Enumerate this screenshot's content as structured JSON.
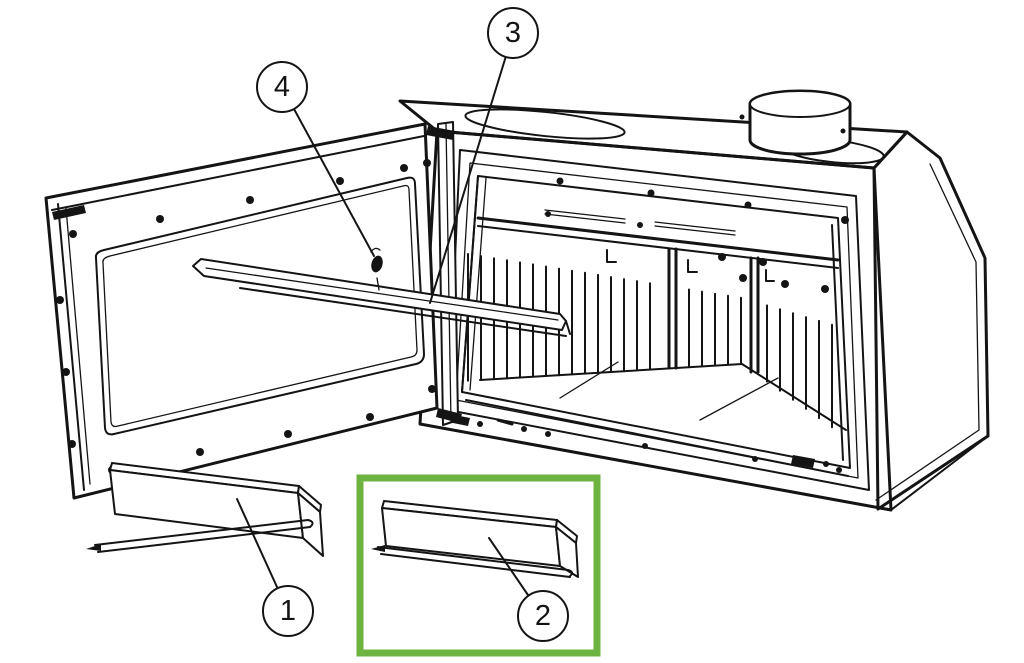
{
  "diagram": {
    "callouts": [
      {
        "number": "1"
      },
      {
        "number": "2"
      },
      {
        "number": "3"
      },
      {
        "number": "4"
      }
    ],
    "colors": {
      "line": "#141414",
      "background": "#FFFFFF",
      "highlight_green": "#6CB33F"
    }
  }
}
